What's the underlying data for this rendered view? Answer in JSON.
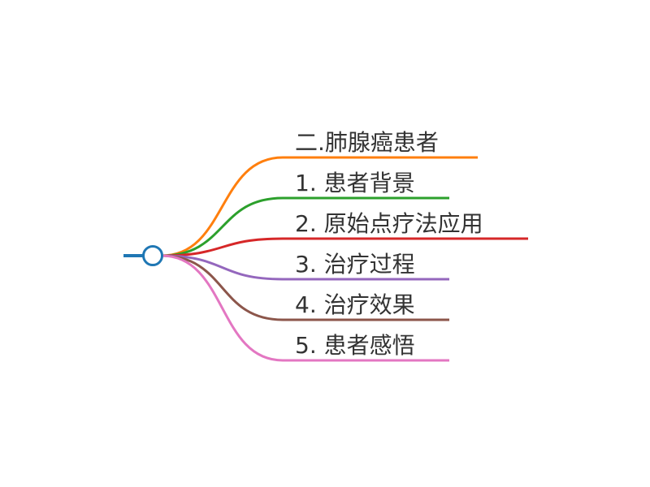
{
  "root": {
    "color": "#1f77b4"
  },
  "branches": [
    {
      "label": "二.肺腺癌患者",
      "color": "#ff7f0e"
    },
    {
      "label": "1. 患者背景",
      "color": "#2ca02c"
    },
    {
      "label": "2. 原始点疗法应用",
      "color": "#d62728"
    },
    {
      "label": "3. 治疗过程",
      "color": "#9467bd"
    },
    {
      "label": "4. 治疗效果",
      "color": "#8c564b"
    },
    {
      "label": "5. 患者感悟",
      "color": "#e377c2"
    }
  ]
}
